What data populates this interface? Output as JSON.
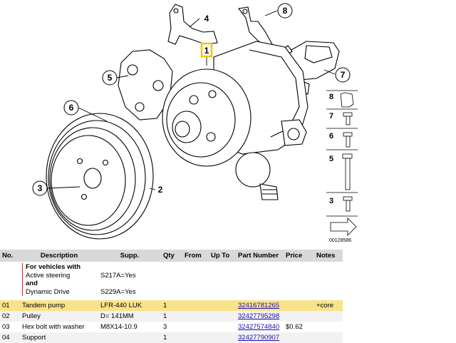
{
  "diagram": {
    "callouts": [
      "1",
      "2",
      "3",
      "4",
      "5",
      "6",
      "7",
      "8"
    ],
    "side_labels": [
      "8",
      "7",
      "6",
      "5",
      "3"
    ],
    "image_id": "00128586",
    "highlight_color": "#f5c400"
  },
  "table": {
    "headers": {
      "no": "No.",
      "description": "Description",
      "supp": "Supp.",
      "qty": "Qty",
      "from": "From",
      "upto": "Up To",
      "part_number": "Part Number",
      "price": "Price",
      "notes": "Notes"
    },
    "note": {
      "line1": "For vehicles with",
      "line2": "Active steering",
      "line3": "and",
      "line4": "Dynamic Drive",
      "supp1": "S217A=Yes",
      "supp2": "S229A=Yes"
    },
    "rows": [
      {
        "no": "01",
        "description": "Tandem pump",
        "supp": "LFR-440 LUK",
        "qty": "1",
        "from": "",
        "upto": "",
        "part_number": "32416781265",
        "price": "",
        "notes": "+core"
      },
      {
        "no": "02",
        "description": "Pulley",
        "supp": "D= 141MM",
        "qty": "1",
        "from": "",
        "upto": "",
        "part_number": "32427795298",
        "price": "",
        "notes": ""
      },
      {
        "no": "03",
        "description": "Hex bolt with washer",
        "supp": "M8X14-10.9",
        "qty": "3",
        "from": "",
        "upto": "",
        "part_number": "32427574840",
        "price": "$0.62",
        "notes": ""
      },
      {
        "no": "04",
        "description": "Support",
        "supp": "",
        "qty": "1",
        "from": "",
        "upto": "",
        "part_number": "32427790907",
        "price": "",
        "notes": ""
      }
    ],
    "highlight_color": "#f9e38a",
    "link_color": "#1a0dab"
  }
}
